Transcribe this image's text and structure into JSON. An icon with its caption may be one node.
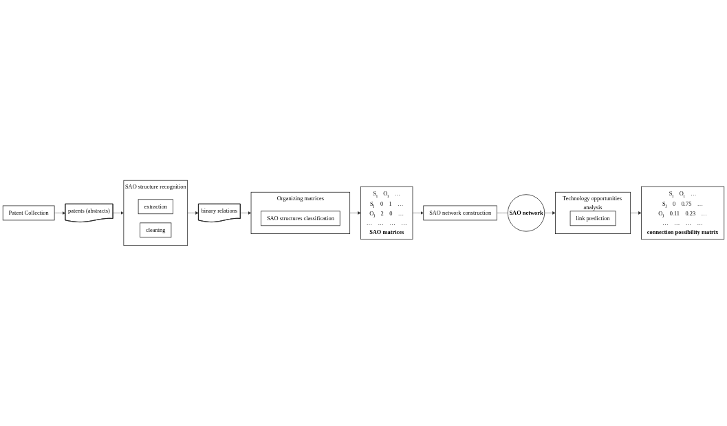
{
  "diagram": {
    "nodes": [
      {
        "text": [
          "Patent Collection"
        ]
      },
      {
        "text": [
          "patents (abstracts)"
        ]
      },
      {
        "text": [
          "SAO structure recognition"
        ]
      },
      {
        "text": [
          "extraction"
        ],
        "in": 2
      },
      {
        "text": [
          "cleaning"
        ],
        "in": 2
      },
      {
        "text": [
          "binary relations"
        ]
      },
      {
        "text": [
          "Organizing matrices"
        ]
      },
      {
        "text": [
          "SAO structures classification"
        ],
        "in": 6
      },
      {
        "text": [
          "S$_{i}$",
          "O$_{i}$",
          "…",
          "S$_{j}$",
          "0",
          "1",
          "…",
          "O$_{j}$",
          "2",
          "0",
          "…",
          "…",
          "…",
          "…",
          "…",
          "SAO matrices"
        ]
      },
      {
        "text": [
          "SAO network construction"
        ]
      },
      {
        "text": [
          "SAO network"
        ]
      },
      {
        "text": [
          "Technology opportunities analysis"
        ]
      },
      {
        "text": [
          "link prediction"
        ],
        "in": 11
      },
      {
        "text": [
          "S$_{i}$",
          "O$_{i}$",
          "…",
          "S$_{j}$",
          "0",
          "0.75",
          "…",
          "O$_{j}$",
          "0.11",
          "0.23",
          "…",
          "…",
          "…",
          "…",
          "…",
          "connection possibility matrix"
        ]
      }
    ],
    "edges": [
      {
        "from": 0,
        "to": 1,
        "arrow": "to"
      },
      {
        "from": 1,
        "to": 2,
        "arrow": "to"
      },
      {
        "from": 2,
        "to": 5,
        "arrow": "to"
      },
      {
        "from": 5,
        "to": 6,
        "arrow": "to"
      },
      {
        "from": 6,
        "to": 8,
        "arrow": "to"
      },
      {
        "from": 8,
        "to": 9,
        "arrow": "to"
      },
      {
        "from": 9,
        "to": 10,
        "arrow": "none"
      },
      {
        "from": 10,
        "to": 11,
        "arrow": "to"
      },
      {
        "from": 11,
        "to": 13,
        "arrow": "to"
      }
    ]
  }
}
